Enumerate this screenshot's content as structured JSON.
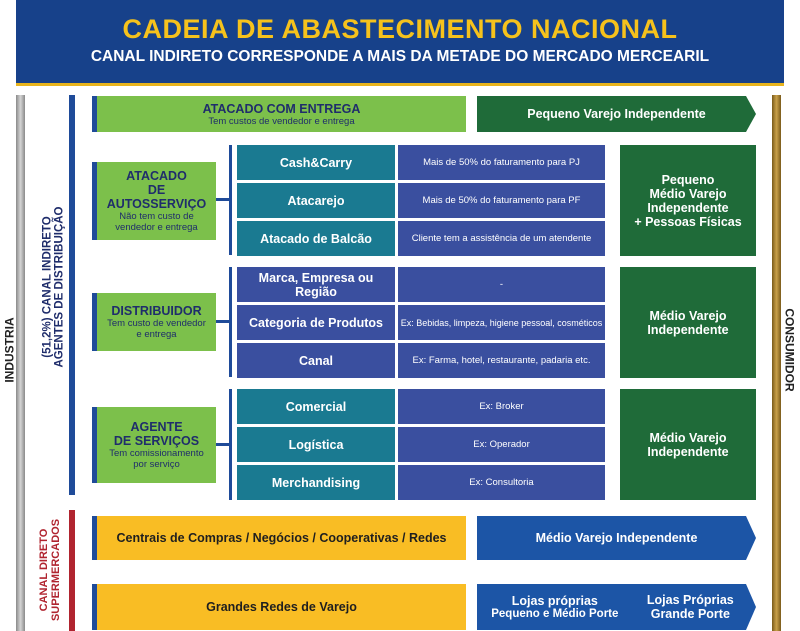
{
  "header": {
    "title": "CADEIA DE ABASTECIMENTO NACIONAL",
    "subtitle": "CANAL INDIRETO CORRESPONDE A MAIS DA METADE DO MERCADO MERCEARIL"
  },
  "sides": {
    "left": "INDUSTRIA",
    "right": "CONSUMIDOR",
    "indirect_line1": "(51,2%) CANAL INDIRETO",
    "indirect_line2": "AGENTES DE DISTRIBUIÇÃO",
    "direct_line1": "CANAL DIRETO",
    "direct_line2": "SUPERMERCADOS"
  },
  "atacado_entrega": {
    "title": "ATACADO COM ENTREGA",
    "sub": "Tem custos de vendedor e entrega",
    "target": "Pequeno Varejo Independente"
  },
  "autosservico": {
    "title_line1": "ATACADO",
    "title_line2": "DE AUTOSSERVIÇO",
    "sub_line1": "Não tem custo de",
    "sub_line2": "vendedor e entrega",
    "rows": [
      {
        "name": "Cash&Carry",
        "desc": "Mais de 50% do faturamento para PJ"
      },
      {
        "name": "Atacarejo",
        "desc": "Mais de 50% do faturamento para PF"
      },
      {
        "name": "Atacado de Balcão",
        "desc": "Cliente tem a assistência de um atendente"
      }
    ],
    "target_line1": "Pequeno",
    "target_line2": "Médio Varejo",
    "target_line3": "Independente",
    "target_line4": "+ Pessoas Físicas"
  },
  "distribuidor": {
    "title": "DISTRIBUIDOR",
    "sub_line1": "Tem custo de vendedor",
    "sub_line2": "e entrega",
    "rows": [
      {
        "name": "Marca, Empresa ou Região",
        "desc": "-"
      },
      {
        "name": "Categoria de Produtos",
        "desc": "Ex: Bebidas, limpeza, higiene pessoal, cosméticos"
      },
      {
        "name": "Canal",
        "desc": "Ex: Farma, hotel, restaurante, padaria etc."
      }
    ],
    "target_line1": "Médio Varejo",
    "target_line2": "Independente"
  },
  "servicos": {
    "title_line1": "AGENTE",
    "title_line2": "DE SERVIÇOS",
    "sub_line1": "Tem comissionamento",
    "sub_line2": "por serviço",
    "rows": [
      {
        "name": "Comercial",
        "desc": "Ex: Broker"
      },
      {
        "name": "Logística",
        "desc": "Ex: Operador"
      },
      {
        "name": "Merchandising",
        "desc": "Ex: Consultoria"
      }
    ],
    "target_line1": "Médio Varejo",
    "target_line2": "Independente"
  },
  "centrais": {
    "label": "Centrais de Compras / Negócios / Cooperativas / Redes",
    "target": "Médio Varejo Independente"
  },
  "grandes": {
    "label": "Grandes Redes de Varejo",
    "t1_line1": "Lojas próprias",
    "t1_line2": "Pequeno e Médio Porte",
    "t2_line1": "Lojas Próprias",
    "t2_line2": "Grande Porte"
  },
  "colors": {
    "header_bg": "#17418a",
    "title": "#f6c21c",
    "light_green": "#7cc04b",
    "dark_green": "#1f6b39",
    "teal": "#1a7a91",
    "purple": "#3a4f9f",
    "yellow": "#f9bd24",
    "blue": "#1c55a6",
    "red": "#b0242f",
    "gold": "#a07a2a"
  }
}
